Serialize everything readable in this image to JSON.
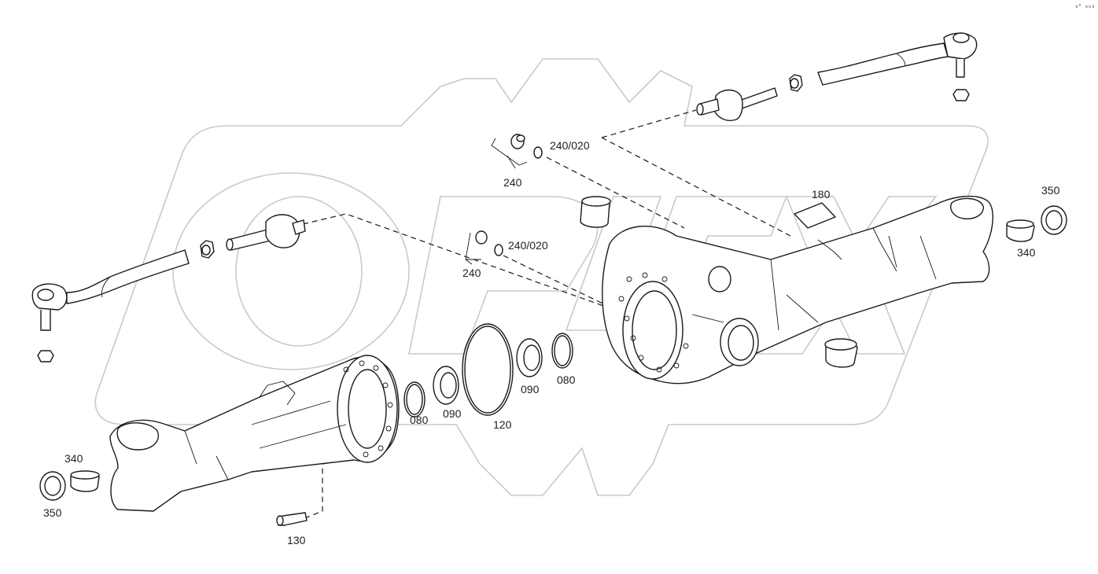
{
  "corner_mark": "₀⁰ ₀₀₀",
  "labels": {
    "l_240_020_top": "240/020",
    "l_240_top": "240",
    "l_240_020_mid": "240/020",
    "l_240_mid": "240",
    "l_180": "180",
    "l_350_right": "350",
    "l_340_right": "340",
    "l_090_right": "090",
    "l_080_right": "080",
    "l_080_left": "080",
    "l_090_left": "090",
    "l_120": "120",
    "l_340_left": "340",
    "l_350_left": "350",
    "l_130": "130"
  },
  "watermark": "OPEX",
  "colors": {
    "line": "#1a1a1a",
    "watermark": "#c9c9c9",
    "background": "#ffffff"
  }
}
